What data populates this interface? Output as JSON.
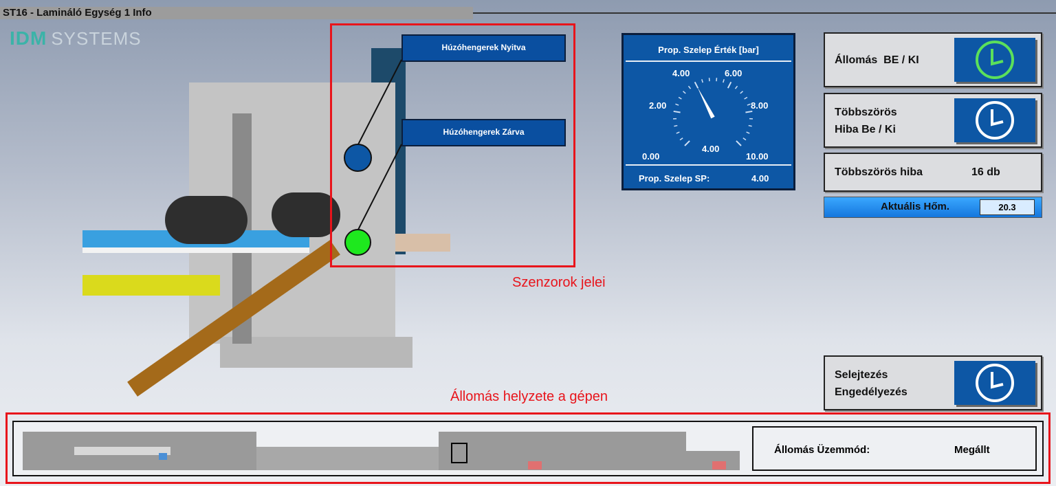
{
  "title": "ST16 - Lamináló Egység 1 Info",
  "logo": {
    "mark": "IDM",
    "text": "SYSTEMS"
  },
  "sensors": {
    "open_label": "Húzóhengerek Nyitva",
    "closed_label": "Húzóhengerek Zárva",
    "caption": "Szenzorok jelei",
    "open_color": "#0d57a5",
    "closed_color": "#1ee81e"
  },
  "gauge": {
    "title": "Prop. Szelep Érték [bar]",
    "ticks": [
      "0.00",
      "2.00",
      "4.00",
      "6.00",
      "8.00",
      "10.00"
    ],
    "value": 4.0,
    "value_label": "4.00",
    "min": 0,
    "max": 10,
    "sp_label": "Prop. Szelep SP:",
    "sp_value": "4.00"
  },
  "station_onoff": {
    "label": "Állomás  BE / KI",
    "state_color": "#5be05b"
  },
  "multi_error": {
    "label_line1": "Többszörös",
    "label_line2": "Hiba Be / Ki"
  },
  "multi_error_count": {
    "label": "Többszörös hiba",
    "value": "16 db"
  },
  "temperature": {
    "label": "Aktuális Hőm.",
    "value": "20.3"
  },
  "scrap": {
    "label_line1": "Selejtezés",
    "label_line2": "Engedélyezés"
  },
  "position_caption": "Állomás helyzete a gépen",
  "mode": {
    "label": "Állomás Üzemmód:",
    "value": "Megállt"
  }
}
